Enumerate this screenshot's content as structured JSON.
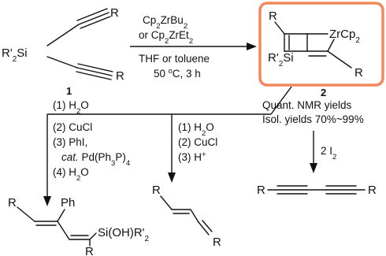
{
  "colors": {
    "ink": "#111111",
    "highlight_border": "#f08a5d"
  },
  "compound1": {
    "r_top": "R",
    "r_bottom": "R",
    "silicon_prefix": "R'",
    "silicon_sub": "2",
    "silicon_atom": "Si",
    "number": "1"
  },
  "reaction_main": {
    "reagent_line1": "Cp",
    "reagent_line1_sub": "2",
    "reagent_line1_rest": "ZrBu",
    "reagent_line1_sub2": "2",
    "reagent_line2_prefix": "or Cp",
    "reagent_line2_sub": "2",
    "reagent_line2_rest": "ZrEt",
    "reagent_line2_sub2": "2",
    "solvent": "THF or toluene",
    "temp_value": "50 ",
    "temp_degree": "o",
    "temp_unit": "C, 3 h"
  },
  "compound2": {
    "r_top": "R",
    "r_bottom": "R",
    "zr_label": "ZrCp",
    "zr_sub": "2",
    "si_prefix": "R'",
    "si_sub": "2",
    "si_atom": "Si",
    "number": "2",
    "yield_nmr": "Quant. NMR yields",
    "yield_isolated": "Isol. yields 70%~99%"
  },
  "branch_left": {
    "step1": "(1) H",
    "step1_sub": "2",
    "step1_rest": "O",
    "step2": "(2) CuCl",
    "step3": "(3) PhI,",
    "step3b_cat": "cat.",
    "step3b_rest": " Pd(Ph",
    "step3b_sub1": "3",
    "step3b_rest2": "P)",
    "step3b_sub2": "4",
    "step4": "(4) H",
    "step4_sub": "2",
    "step4_rest": "O"
  },
  "branch_middle": {
    "step1": "(1) H",
    "step1_sub": "2",
    "step1_rest": "O",
    "step2": "(2) CuCl",
    "step3": "(3) H",
    "step3_sup": "+"
  },
  "branch_iodine": {
    "reagent": "2 I",
    "reagent_sub": "2"
  },
  "product_left": {
    "r_left": "R",
    "ph": "Ph",
    "silanol_prefix": "Si(OH)R'",
    "silanol_sub": "2",
    "r_bottom": "R"
  },
  "product_middle": {
    "r_top": "R",
    "r_bottom": "R"
  },
  "product_diyne": {
    "r_left": "R",
    "r_right": "R"
  }
}
